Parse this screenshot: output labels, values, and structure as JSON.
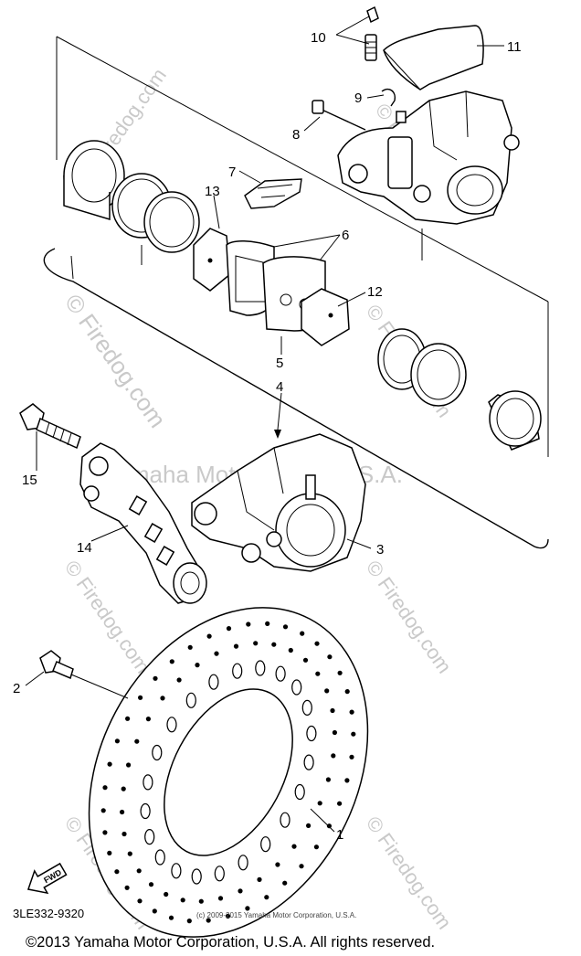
{
  "diagram": {
    "callouts": [
      {
        "id": "1",
        "label": "1"
      },
      {
        "id": "2",
        "label": "2"
      },
      {
        "id": "3",
        "label": "3"
      },
      {
        "id": "4",
        "label": "4"
      },
      {
        "id": "5",
        "label": "5"
      },
      {
        "id": "6",
        "label": "6"
      },
      {
        "id": "7",
        "label": "7"
      },
      {
        "id": "8",
        "label": "8"
      },
      {
        "id": "9",
        "label": "9"
      },
      {
        "id": "10",
        "label": "10"
      },
      {
        "id": "11",
        "label": "11"
      },
      {
        "id": "12",
        "label": "12"
      },
      {
        "id": "13",
        "label": "13"
      },
      {
        "id": "14",
        "label": "14"
      },
      {
        "id": "15",
        "label": "15"
      }
    ],
    "direction_arrow_label": "FWD",
    "part_code": "3LE332-9320",
    "watermark_text": "© Firedog.com",
    "center_watermark": "Yamaha Motor Corp., U.S.A.",
    "small_copyright": "(c) 2009-2015 Yamaha Motor Corporation, U.S.A.",
    "footer_copyright": "©2013 Yamaha Motor Corporation, U.S.A. All rights reserved."
  }
}
